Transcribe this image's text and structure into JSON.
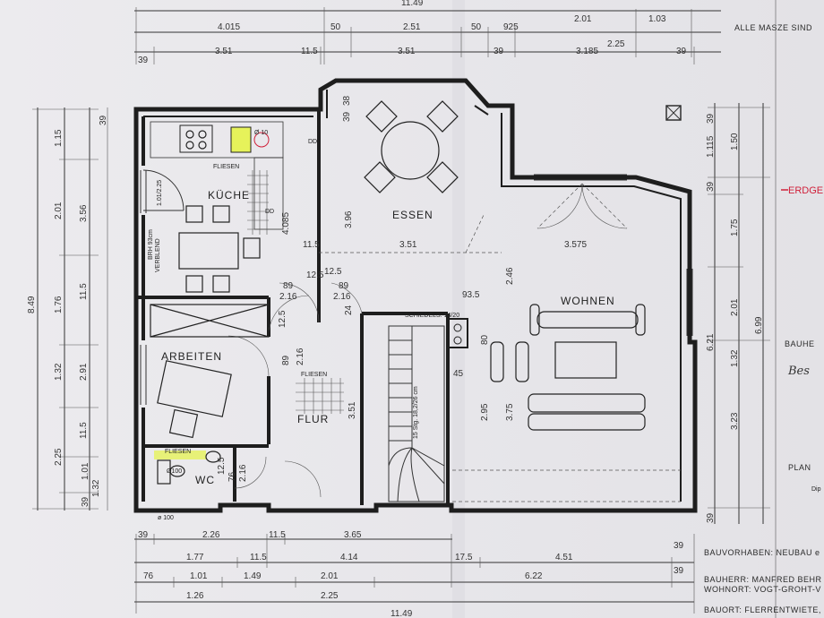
{
  "header": {
    "note": "ALLE MASZE SIND",
    "floor_label": "ERDGE"
  },
  "rooms": {
    "kueche": "KÜCHE",
    "essen": "ESSEN",
    "wohnen": "WOHNEN",
    "arbeiten": "ARBEITEN",
    "flur": "FLUR",
    "wc": "WC"
  },
  "labels": {
    "fliesen_kueche": "FLIESEN",
    "fliesen_flur": "FLIESEN",
    "fliesen_wc": "FLIESEN",
    "verblend": "VERBLEND",
    "brh": "BRH 93cm",
    "door_kueche": "1.01/2.25",
    "schiedels": "SCHIEDELS. 14/20",
    "stair": "15 Stg. 18,2/26 cm",
    "dd1": "DD",
    "dd2": "DD",
    "wc_diam": "Ø100",
    "kitchen_diam": "Ø 10",
    "corner_mark": "ø 100"
  },
  "dims_top_row1": [
    "4.015",
    "50",
    "2.51",
    "50",
    "925",
    "2.01",
    "1.03"
  ],
  "dims_top_row2": [
    "39",
    "3.51",
    "11.5",
    "3.51",
    "39",
    "3.185",
    "39"
  ],
  "dims_top_total": "11.49",
  "dims_top_225": "2.25",
  "dims_left_outer": "8.49",
  "dims_left_col1": [
    "1.15",
    "2.01",
    "1.76",
    "1.32",
    "2.25",
    "1.01",
    "39"
  ],
  "dims_left_col2": [
    "3.56",
    "11.5",
    "2.91",
    "11.5",
    "1.32"
  ],
  "dims_right_col1": [
    "39",
    "1.115",
    "39",
    "1.75",
    "2.01",
    "1.32",
    "3.23",
    "6.21",
    "39"
  ],
  "dims_right_col2": [
    "1.50",
    "6.99"
  ],
  "dims_inner": {
    "k_4085": "4.085",
    "k_115": "11.5",
    "e_396": "3.96",
    "e_351": "3.51",
    "w_3575": "3.575",
    "w_246": "2.46",
    "w_935": "93.5",
    "w_80": "80",
    "w_45": "45",
    "w_295": "2.95",
    "w_375": "3.75",
    "f_351": "3.51",
    "d_89a": "89",
    "d_125a": "12.5",
    "d_125b": "12.5",
    "d_89b": "89",
    "d_216a": "2.16",
    "d_216b": "2.16",
    "d_24": "24",
    "d_125c": "12.5",
    "d_89c": "89",
    "d_216c": "2.16",
    "d_125d": "12.5",
    "d_76": "76",
    "d_216d": "2.16",
    "e_38": "38",
    "e_39": "39"
  },
  "dims_bottom_row1": [
    "39",
    "2.26",
    "11.5",
    "3.65"
  ],
  "dims_bottom_row2": [
    "1.77",
    "11.5",
    "4.14",
    "17.5",
    "4.51"
  ],
  "dims_bottom_row3": [
    "76",
    "1.01",
    "1.49",
    "2.01",
    "6.22"
  ],
  "dims_bottom_row4": [
    "1.26",
    "2.25"
  ],
  "dims_bottom_total": "11.49",
  "dims_bottom_39s": [
    "39",
    "39",
    "39"
  ],
  "legend": {
    "bauvorhaben": "BAUVORHABEN: NEUBAU e",
    "bauherr": "BAUHERR: MANFRED BEHR",
    "wohnort": "WOHNORT: VOGT-GROHT-V",
    "bauort": "BAUORT: FLERRENTWIETE,"
  },
  "stamp": {
    "bauh": "BAUHE",
    "plan": "PLAN",
    "dip": "Dip"
  },
  "handwriting": "Bes",
  "colors": {
    "highlight": "#e6f25a",
    "red_mark": "#d0203a",
    "wall": "#1e1e1e"
  }
}
